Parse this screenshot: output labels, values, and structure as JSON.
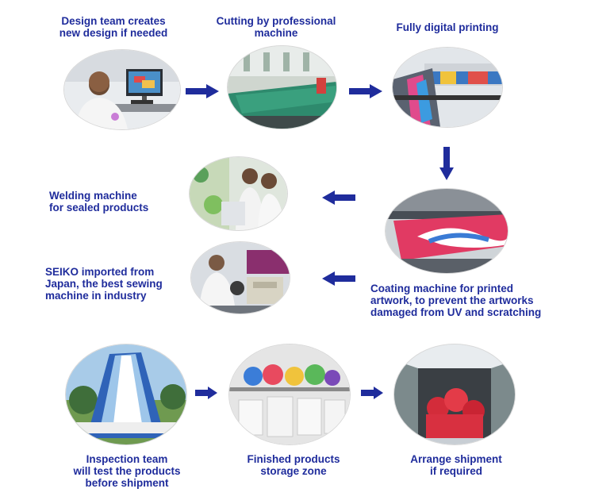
{
  "steps": [
    {
      "id": "design",
      "caption": "Design team creates\nnew design if needed"
    },
    {
      "id": "cutting",
      "caption": "Cutting by professional\nmachine"
    },
    {
      "id": "printing",
      "caption": "Fully digital printing"
    },
    {
      "id": "coating",
      "caption": "Coating machine for printed\nartwork, to prevent the artworks\ndamaged from UV and scratching"
    },
    {
      "id": "welding",
      "caption": "Welding machine\nfor sealed products"
    },
    {
      "id": "sewing",
      "caption": "SEIKO imported from\nJapan, the best sewing\nmachine in industry"
    },
    {
      "id": "inspection",
      "caption": "Inspection team\nwill test the products\nbefore shipment"
    },
    {
      "id": "storage",
      "caption": "Finished products\nstorage zone"
    },
    {
      "id": "shipment",
      "caption": "Arrange shipment\nif required"
    }
  ],
  "colors": {
    "text": "#1f2c9c",
    "arrow": "#1f2c9c"
  },
  "icons": [
    "arrow-right-icon",
    "arrow-down-icon",
    "arrow-left-icon"
  ]
}
